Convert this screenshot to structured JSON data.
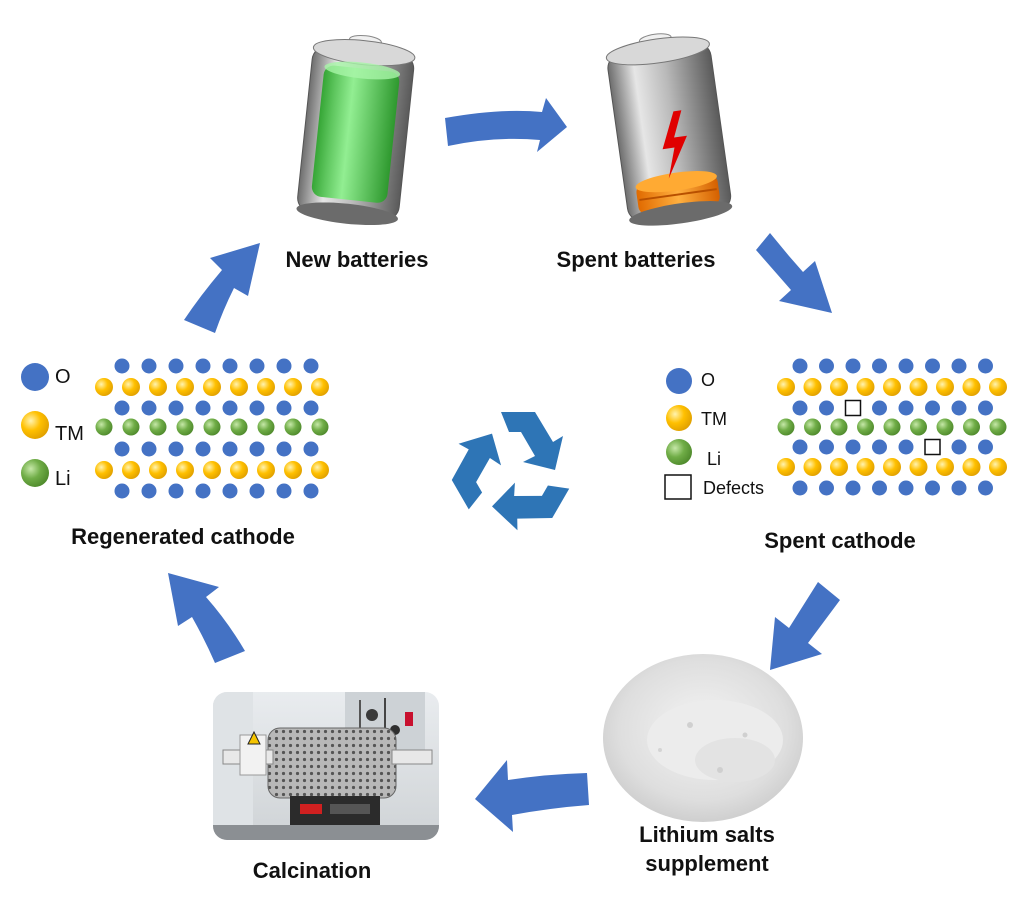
{
  "stages": {
    "new_batteries": "New batteries",
    "spent_batteries": "Spent batteries",
    "spent_cathode": "Spent cathode",
    "lithium_salts_line1": "Lithium salts",
    "lithium_salts_line2": "supplement",
    "calcination": "Calcination",
    "regenerated_cathode": "Regenerated cathode"
  },
  "legend_regenerated": {
    "o": "O",
    "tm": "TM",
    "li": "Li"
  },
  "legend_spent": {
    "o": "O",
    "tm": "TM",
    "li": "Li",
    "defects": "Defects"
  },
  "colors": {
    "arrow": "#4472c4",
    "oxygen": "#4472c4",
    "transition_metal": "#ffc000",
    "lithium": "#70ad47",
    "recycle_symbol": "#2e75b6",
    "new_battery_charge": "#4fd44f",
    "spent_battery_charge": "#ff8c00",
    "lightning": "#e00000"
  },
  "icons": [
    "recycle-icon",
    "battery-full-icon",
    "battery-low-icon",
    "furnace-photo",
    "powder-photo"
  ]
}
